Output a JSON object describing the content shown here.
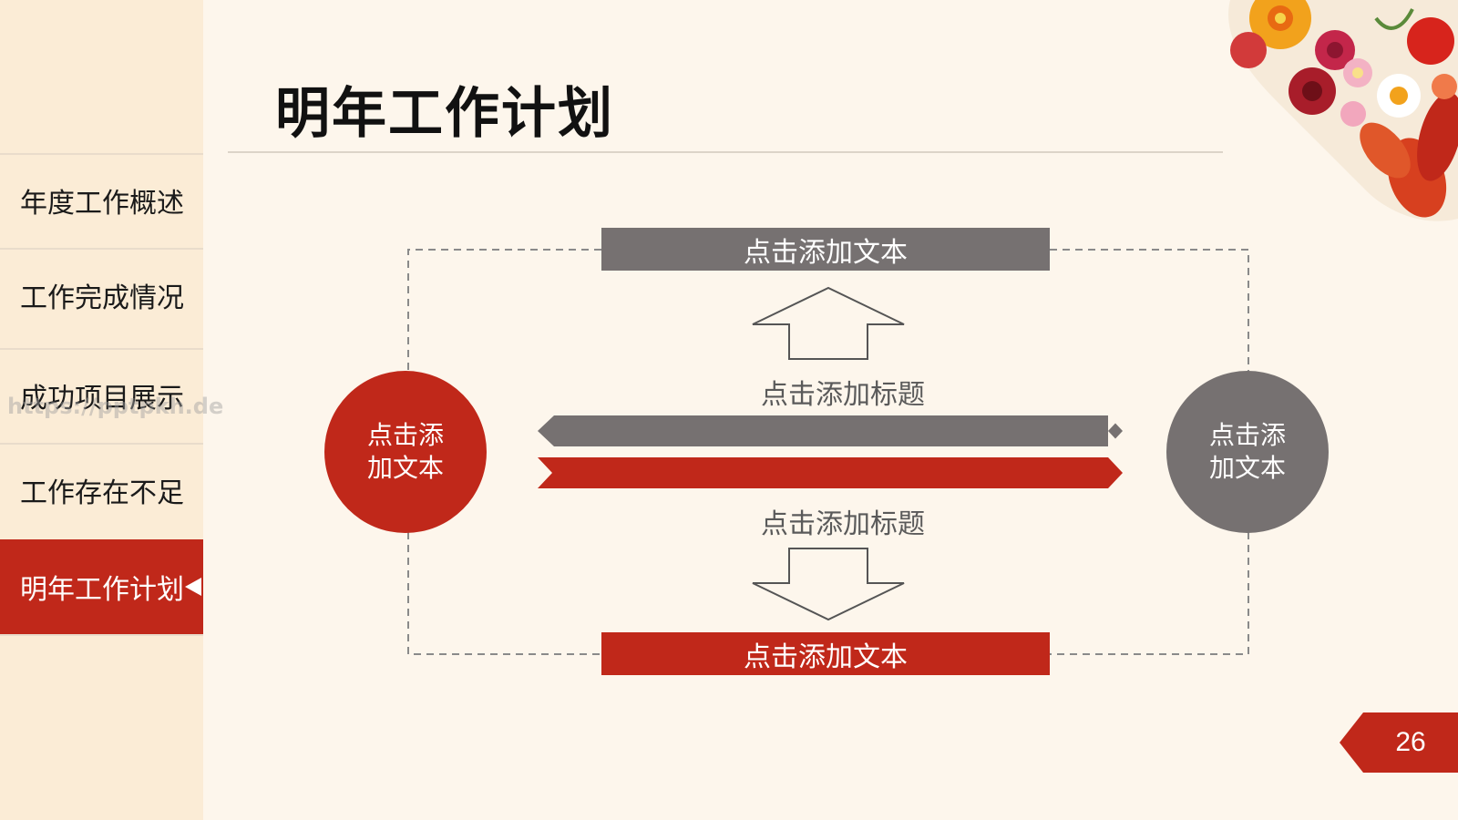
{
  "slide": {
    "title": "明年工作计划",
    "page_number": "26",
    "watermark": "https://pptpkh.de"
  },
  "sidebar": {
    "items": [
      {
        "label": "年度工作概述",
        "active": false
      },
      {
        "label": "工作完成情况",
        "active": false
      },
      {
        "label": "成功项目展示",
        "active": false
      },
      {
        "label": "工作存在不足",
        "active": false
      },
      {
        "label": "明年工作计划",
        "active": true
      }
    ]
  },
  "diagram": {
    "top_box": "点击添加文本",
    "bottom_box": "点击添加文本",
    "heading_upper": "点击添加标题",
    "heading_lower": "点击添加标题",
    "left_circle": {
      "line1": "点击添",
      "line2": "加文本"
    },
    "right_circle": {
      "line1": "点击添",
      "line2": "加文本"
    }
  },
  "colors": {
    "accent_red": "#c0281a",
    "accent_gray": "#767171",
    "background": "#fdf6ec",
    "sidebar_bg": "#fbecd6"
  }
}
